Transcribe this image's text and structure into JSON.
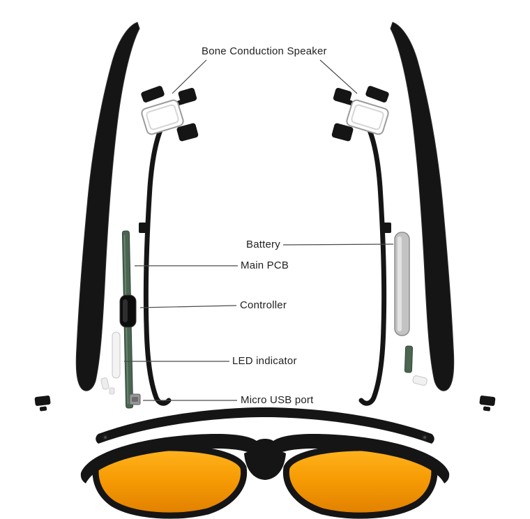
{
  "diagram": {
    "labels": {
      "bone_conduction_speaker": "Bone Conduction Speaker",
      "battery": "Battery",
      "main_pcb": "Main PCB",
      "controller": "Controller",
      "led_indicator": "LED indicator",
      "micro_usb_port": "Micro USB port"
    },
    "colors": {
      "background": "#ffffff",
      "frame_black": "#151515",
      "lens_orange_light": "#ffb41f",
      "lens_orange": "#f79c04",
      "lens_orange_deep": "#e07f00",
      "pcb_green": "#4a6550",
      "battery_silver": "#c3c3c3",
      "led_white": "#f3f3f3",
      "label_text": "#1f1f1f",
      "leader_line": "#4b4b4b"
    }
  }
}
